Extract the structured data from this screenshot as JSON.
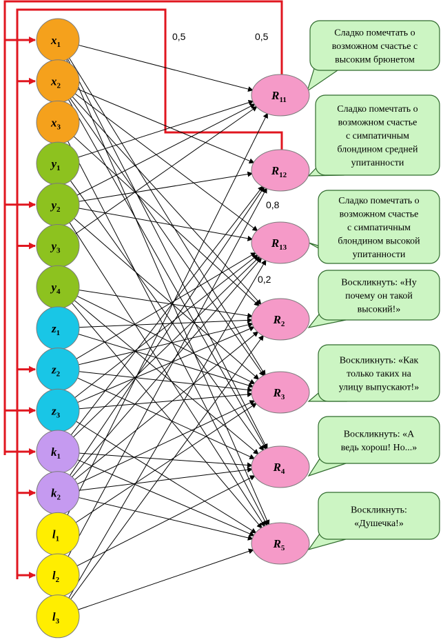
{
  "colors": {
    "x": "#f5a11c",
    "y": "#8dc21f",
    "z": "#19c6e6",
    "k": "#c59af0",
    "l": "#ffee00",
    "r": "#f59ac8",
    "bubble": "#ccf5c3",
    "bubble_border": "#2f6a2c",
    "feedback": "#e0161f"
  },
  "inputs": [
    {
      "id": "x1",
      "letter": "x",
      "sub": "1",
      "group": "x"
    },
    {
      "id": "x2",
      "letter": "x",
      "sub": "2",
      "group": "x"
    },
    {
      "id": "x3",
      "letter": "x",
      "sub": "3",
      "group": "x"
    },
    {
      "id": "y1",
      "letter": "y",
      "sub": "1",
      "group": "y"
    },
    {
      "id": "y2",
      "letter": "y",
      "sub": "2",
      "group": "y"
    },
    {
      "id": "y3",
      "letter": "y",
      "sub": "3",
      "group": "y"
    },
    {
      "id": "y4",
      "letter": "y",
      "sub": "4",
      "group": "y"
    },
    {
      "id": "z1",
      "letter": "z",
      "sub": "1",
      "group": "z"
    },
    {
      "id": "z2",
      "letter": "z",
      "sub": "2",
      "group": "z"
    },
    {
      "id": "z3",
      "letter": "z",
      "sub": "3",
      "group": "z"
    },
    {
      "id": "k1",
      "letter": "k",
      "sub": "1",
      "group": "k"
    },
    {
      "id": "k2",
      "letter": "k",
      "sub": "2",
      "group": "k"
    },
    {
      "id": "l1",
      "letter": "l",
      "sub": "1",
      "group": "l"
    },
    {
      "id": "l2",
      "letter": "l",
      "sub": "2",
      "group": "l"
    },
    {
      "id": "l3",
      "letter": "l",
      "sub": "3",
      "group": "l"
    }
  ],
  "outputs": [
    {
      "id": "R11",
      "letter": "R",
      "sub": "11"
    },
    {
      "id": "R12",
      "letter": "R",
      "sub": "12"
    },
    {
      "id": "R13",
      "letter": "R",
      "sub": "13"
    },
    {
      "id": "R2",
      "letter": "R",
      "sub": "2"
    },
    {
      "id": "R3",
      "letter": "R",
      "sub": "3"
    },
    {
      "id": "R4",
      "letter": "R",
      "sub": "4"
    },
    {
      "id": "R5",
      "letter": "R",
      "sub": "5"
    }
  ],
  "bubbles": [
    {
      "for": "R11",
      "lines": [
        "Сладко помечтать о",
        "возможном счастье с",
        "высоким брюнетом"
      ]
    },
    {
      "for": "R12",
      "lines": [
        "Сладко помечтать о",
        "возможном счастье",
        "с симпатичным",
        "блондином средней",
        "упитанности"
      ]
    },
    {
      "for": "R13",
      "lines": [
        "Сладко помечтать о",
        "возможном счастье",
        "с симпатичным",
        "блондином высокой",
        "упитанности"
      ]
    },
    {
      "for": "R2",
      "lines": [
        "Воскликнуть: «Ну",
        "почему он такой",
        "высокий!»"
      ]
    },
    {
      "for": "R3",
      "lines": [
        "Воскликнуть: «Как",
        "только таких на",
        "улицу выпускают!»"
      ]
    },
    {
      "for": "R4",
      "lines": [
        "Воскликнуть: «А",
        "ведь хорош! Но...»"
      ]
    },
    {
      "for": "R5",
      "lines": [
        "Воскликнуть:",
        "«Душечка!»"
      ]
    }
  ],
  "weights": [
    {
      "label": "0,5",
      "near": "top-left"
    },
    {
      "label": "0,5",
      "near": "top-right"
    },
    {
      "label": "0,8",
      "near": "R12"
    },
    {
      "label": "0,2",
      "near": "R13"
    }
  ],
  "edges": [
    [
      "x1",
      "R11"
    ],
    [
      "x1",
      "R3"
    ],
    [
      "x1",
      "R4"
    ],
    [
      "x1",
      "R5"
    ],
    [
      "x2",
      "R12"
    ],
    [
      "x2",
      "R13"
    ],
    [
      "x2",
      "R2"
    ],
    [
      "x2",
      "R3"
    ],
    [
      "x2",
      "R4"
    ],
    [
      "x3",
      "R2"
    ],
    [
      "x3",
      "R5"
    ],
    [
      "y1",
      "R11"
    ],
    [
      "y1",
      "R4"
    ],
    [
      "y2",
      "R11"
    ],
    [
      "y2",
      "R12"
    ],
    [
      "y2",
      "R13"
    ],
    [
      "y2",
      "R3"
    ],
    [
      "y2",
      "R5"
    ],
    [
      "y3",
      "R11"
    ],
    [
      "y4",
      "R2"
    ],
    [
      "y4",
      "R3"
    ],
    [
      "y4",
      "R4"
    ],
    [
      "y4",
      "R5"
    ],
    [
      "z1",
      "R2"
    ],
    [
      "z1",
      "R3"
    ],
    [
      "z2",
      "R13"
    ],
    [
      "z2",
      "R2"
    ],
    [
      "z2",
      "R3"
    ],
    [
      "z2",
      "R4"
    ],
    [
      "z3",
      "R13"
    ],
    [
      "z3",
      "R2"
    ],
    [
      "z3",
      "R3"
    ],
    [
      "z3",
      "R5"
    ],
    [
      "k1",
      "R12"
    ],
    [
      "k1",
      "R13"
    ],
    [
      "k1",
      "R4"
    ],
    [
      "k1",
      "R5"
    ],
    [
      "k2",
      "R12"
    ],
    [
      "k2",
      "R13"
    ],
    [
      "k2",
      "R2"
    ],
    [
      "k2",
      "R3"
    ],
    [
      "k2",
      "R4"
    ],
    [
      "k2",
      "R5"
    ],
    [
      "l1",
      "R11"
    ],
    [
      "l1",
      "R3"
    ],
    [
      "l2",
      "R12"
    ],
    [
      "l2",
      "R4"
    ],
    [
      "l3",
      "R13"
    ],
    [
      "l3",
      "R2"
    ],
    [
      "l3",
      "R5"
    ]
  ],
  "feedback_targets": [
    "x1",
    "x2",
    "y2",
    "y3",
    "z2",
    "z3",
    "k1",
    "k2",
    "l2"
  ]
}
